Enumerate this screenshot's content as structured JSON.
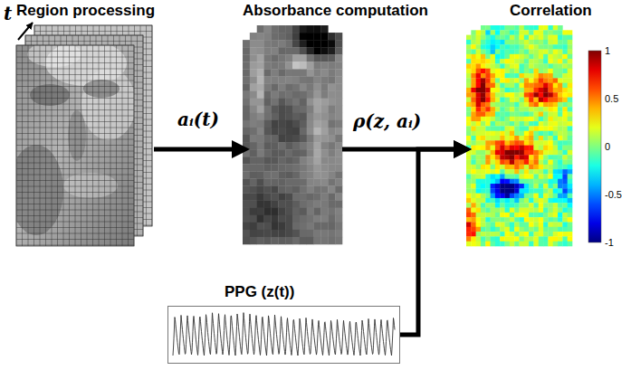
{
  "diagram": {
    "nodes": [
      {
        "text": [
          "Region processing"
        ]
      },
      {
        "text": [
          "Absorbance computation"
        ]
      },
      {
        "text": [
          "Correlation"
        ]
      },
      {
        "text": [
          "PPG (z(t))"
        ]
      }
    ],
    "edges": [
      {
        "from": 0,
        "to": 1,
        "label": "aᵢ(t)",
        "arrow": "to"
      },
      {
        "from": 1,
        "to": 2,
        "label": "ρ(z, aᵢ)",
        "arrow": "to"
      },
      {
        "from": 3,
        "to": 2,
        "arrow": "to"
      }
    ],
    "labels": [
      "t",
      "1",
      "0.5",
      "0",
      "-0.5",
      "-1"
    ]
  }
}
